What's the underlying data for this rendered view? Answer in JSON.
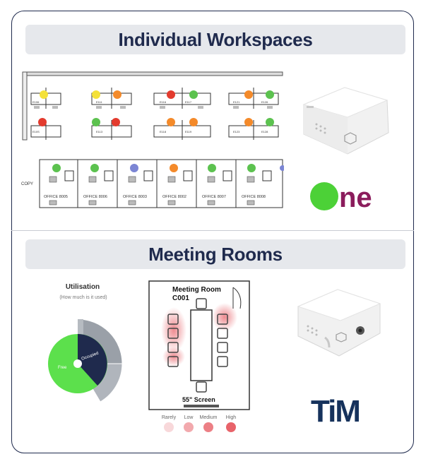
{
  "sections": {
    "workspaces": {
      "title": "Individual Workspaces"
    },
    "meeting": {
      "title": "Meeting Rooms"
    }
  },
  "desks": {
    "top_labels": [
      "E106",
      "E111",
      "E116",
      "E117",
      "E121",
      "E126"
    ],
    "bottom_labels": [
      "E10S",
      "E113",
      "E118",
      "E119",
      "E123",
      "E128"
    ]
  },
  "offices": {
    "side_label": "COPY",
    "labels": [
      "OFFICE 8005",
      "OFFICE 8006",
      "OFFICE 8003",
      "OFFICE 8002",
      "OFFICE 8007",
      "OFFICE 8008"
    ]
  },
  "brands": {
    "one": "ONE",
    "tim": "TiM"
  },
  "utilisation": {
    "title": "Utilisation",
    "subtitle": "(How much is it used)",
    "inner_labels": [
      "Free",
      "Occupied"
    ]
  },
  "meeting_room": {
    "name_line1": "Meeting Room",
    "name_line2": "C001",
    "screen_label": "55\" Screen"
  },
  "legend": [
    {
      "label": "Rarely",
      "color": "#f8d8da"
    },
    {
      "label": "Low",
      "color": "#f2a9ad"
    },
    {
      "label": "Medium",
      "color": "#ec7f85"
    },
    {
      "label": "High",
      "color": "#e8636a"
    }
  ],
  "colors": {
    "green": "#5cc24f",
    "yellow": "#f4e13a",
    "orange": "#f48a2a",
    "red": "#e33b2e",
    "blue": "#7b85d4",
    "navy": "#1f2a4d",
    "one_green": "#4cd137",
    "one_purple": "#8b1c5c"
  }
}
